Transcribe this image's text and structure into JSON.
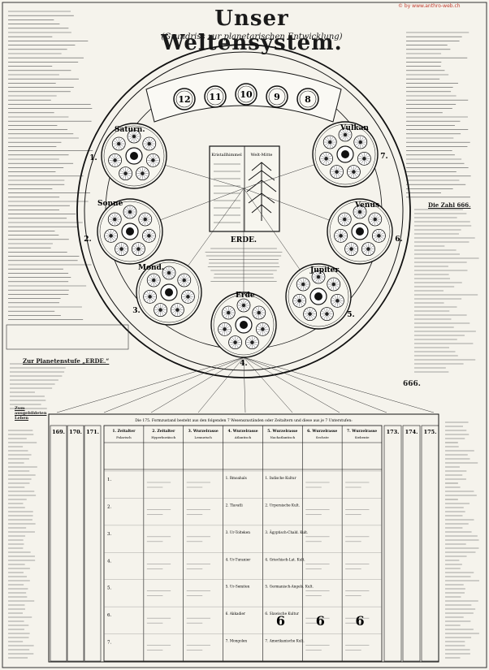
{
  "title": "Unser Weltensystem.",
  "subtitle": "(Grundriss zur planetarischen Entwicklung)",
  "copyright": "© by www.anthro-web.ch",
  "center": {
    "earth_label": "ERDE.",
    "inner_left": "Kristallhimmel",
    "inner_right": "Welt-Mitte"
  },
  "zodiac_numbers": [
    "12",
    "11",
    "10",
    "9",
    "8"
  ],
  "planets": [
    {
      "name": "Saturn.",
      "num": "1."
    },
    {
      "name": "Sonne",
      "num": "2."
    },
    {
      "name": "Mond.",
      "num": "3."
    },
    {
      "name": "Vulkan",
      "num": "7."
    },
    {
      "name": "Venus",
      "num": "6."
    },
    {
      "name": "Jupiter",
      "num": "5."
    },
    {
      "name": "Erde",
      "num": "4."
    }
  ],
  "left_headers": {
    "planetenstufe": "Zur Planetenstufe „ERDE.“",
    "lebens": "Zum ausgebildeten Leben"
  },
  "right_headers": {
    "zahl_666": "Die Zahl 666.",
    "zahl_666b": "666."
  },
  "table": {
    "caption": "Die 175. Formzustand besteht aus den folgenden 7 Wesenszuständen oder Zeitaltern und diese aus je 7 Unterstufen:",
    "left_cols": [
      "169.",
      "170.",
      "171."
    ],
    "right_cols": [
      "173.",
      "174.",
      "175."
    ],
    "col_headers": [
      "1. Zeitalter",
      "2. Zeitalter",
      "3. Wurzelrasse",
      "4. Wurzelrasse",
      "5. Wurzelrasse",
      "6. Wurzelrasse",
      "7. Wurzelrasse"
    ],
    "sub_headers": [
      "Polarisch",
      "Hyperboräisch",
      "Lemurisch",
      "Atlantisch",
      "Nachatlantisch",
      "Sechste",
      "Siebente"
    ],
    "row_nums": [
      "1.",
      "2.",
      "3.",
      "4.",
      "5.",
      "6.",
      "7."
    ],
    "row_entries": [
      "1. Indische Kultur",
      "2. Urpersische Kult.",
      "3. Ägyptisch-Chald. Kult.",
      "4. Griechisch-Lat. Kult.",
      "5. Germanisch-Angels. Kult.",
      "6. Slawische Kultur",
      "7. Amerikanische Kult."
    ],
    "rasse_entries": [
      "1. Rmoahals",
      "2. Tlavatli",
      "3. Ur-Tolteken",
      "4. Ur-Turanier",
      "5. Ur-Semiten",
      "6. Akkadier",
      "7. Mongolen"
    ],
    "big_numbers": [
      "6",
      "6",
      "6"
    ]
  }
}
